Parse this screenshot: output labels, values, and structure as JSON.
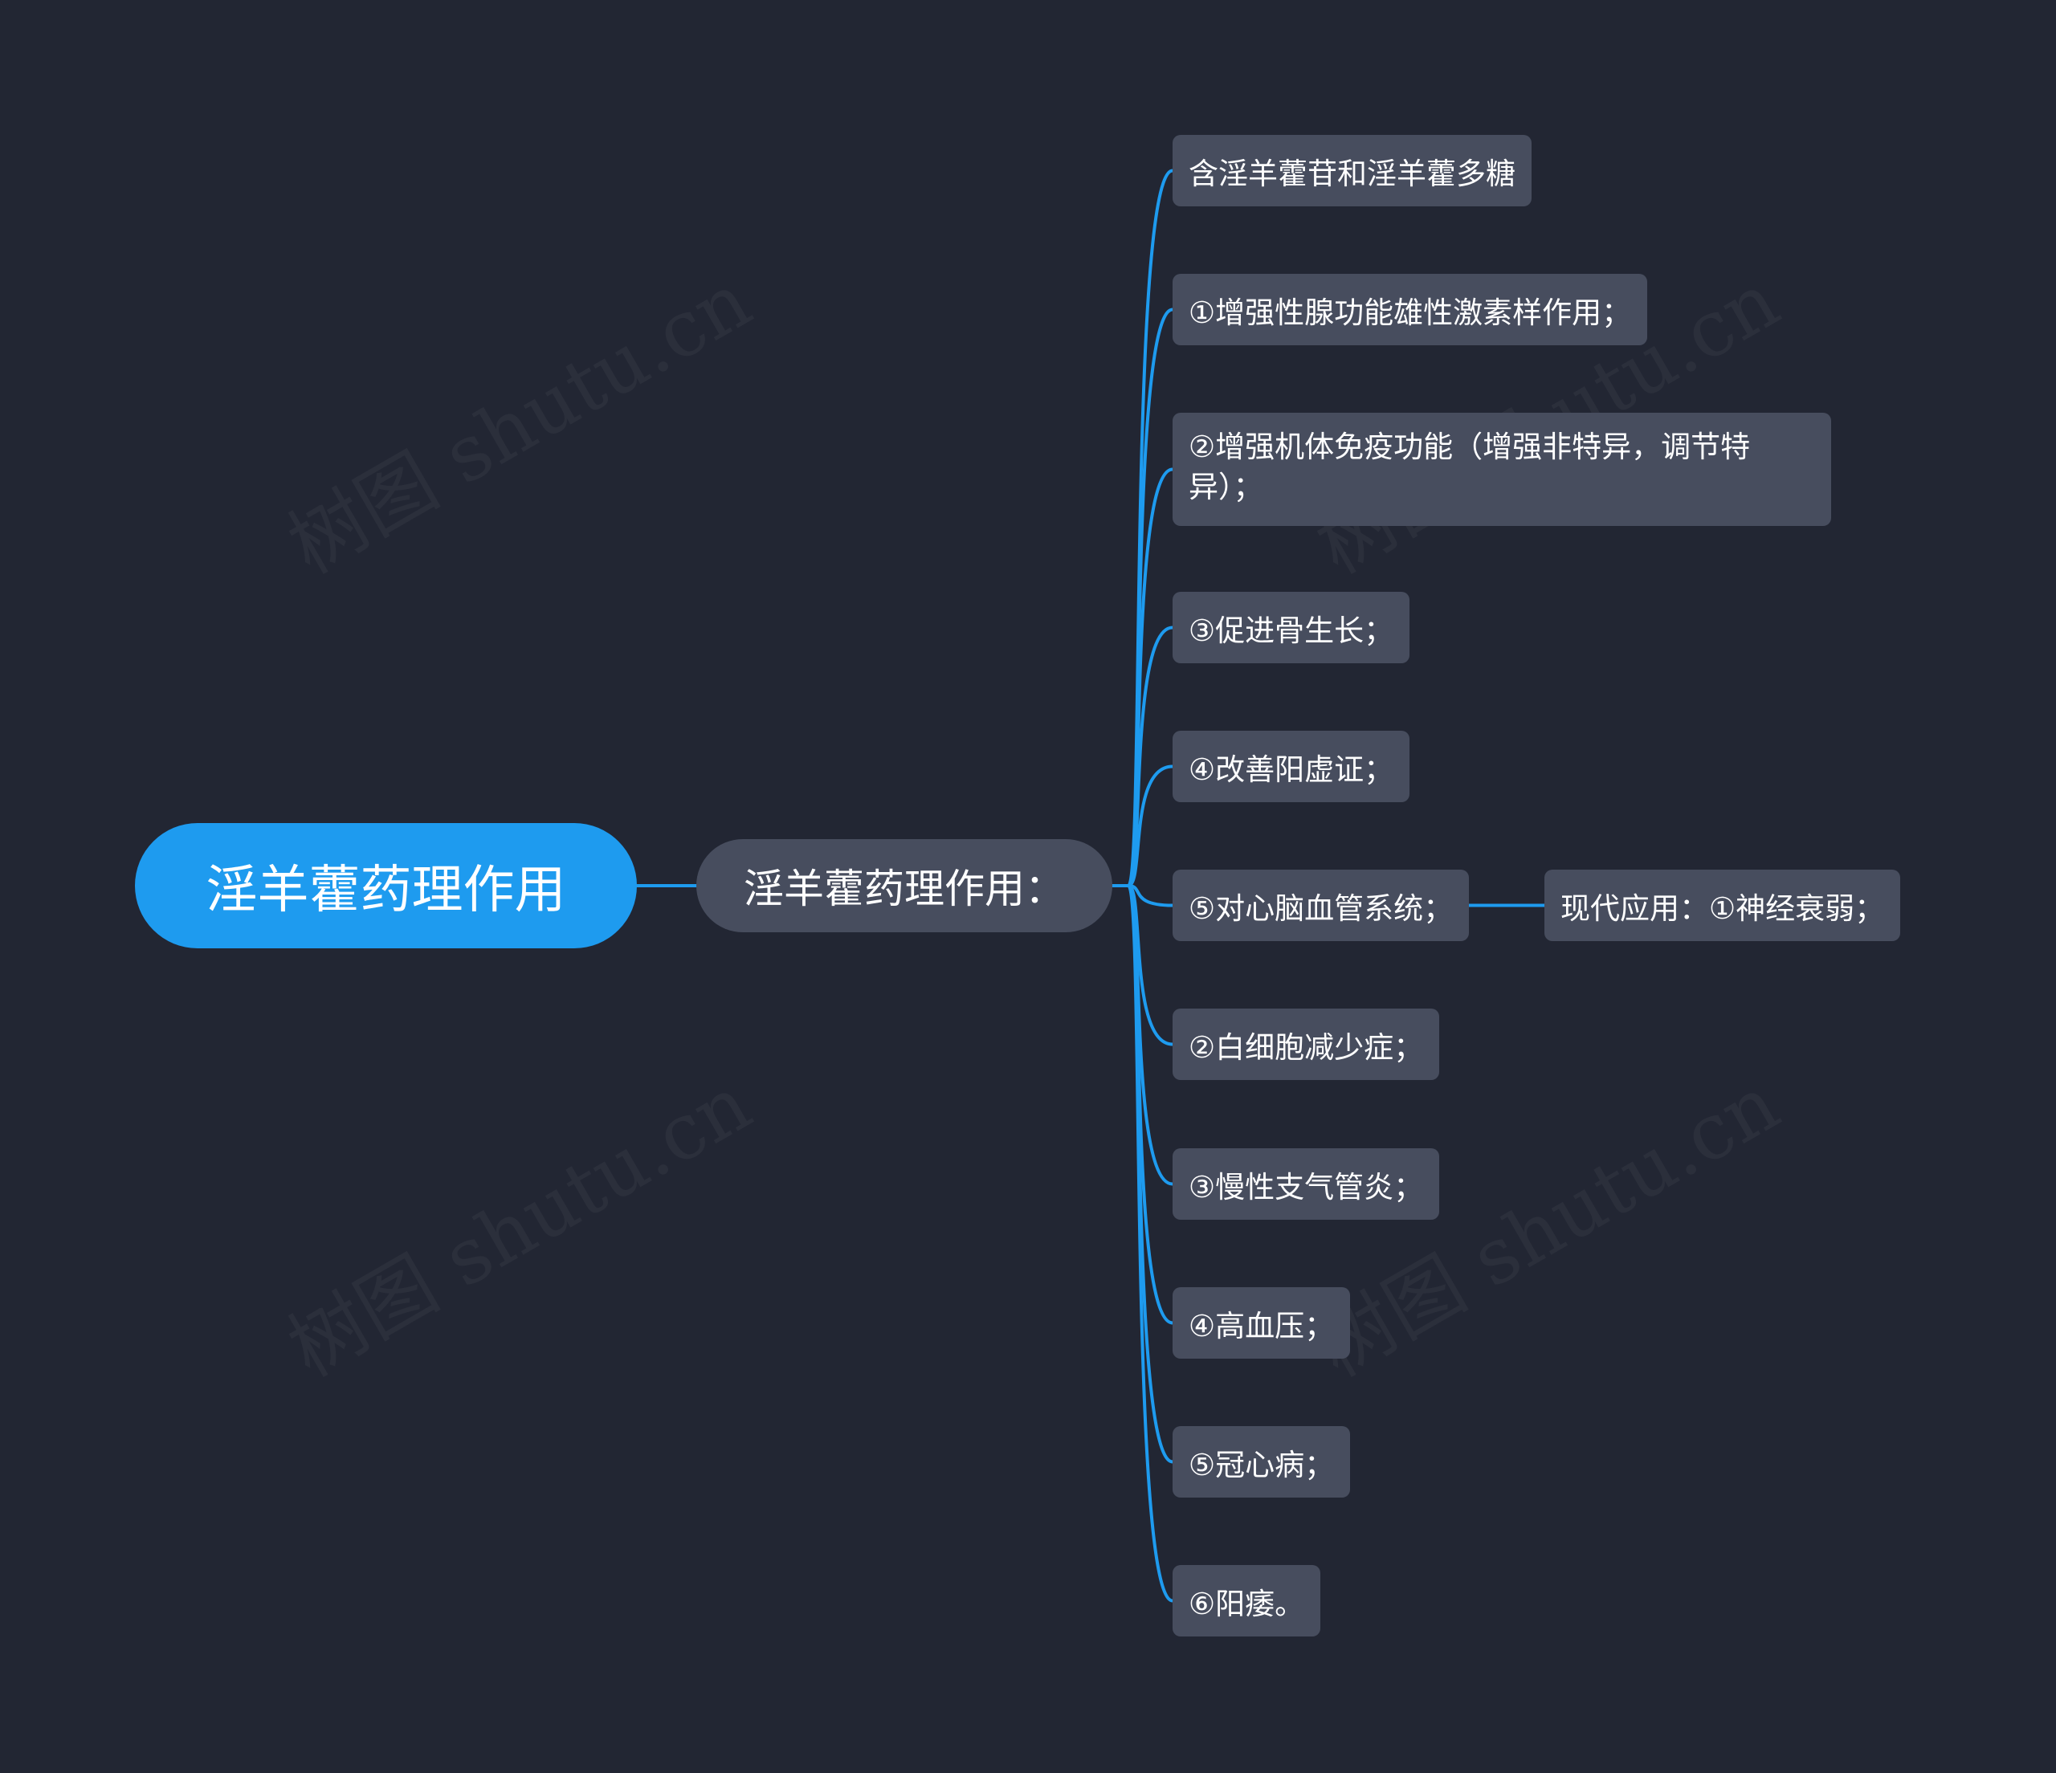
{
  "root": {
    "label": "淫羊藿药理作用"
  },
  "branch": {
    "label": "淫羊藿药理作用："
  },
  "leaves": [
    {
      "label": "含淫羊藿苷和淫羊藿多糖"
    },
    {
      "label": "①增强性腺功能雄性激素样作用；"
    },
    {
      "label": "②增强机体免疫功能（增强非特异，调节特异）；"
    },
    {
      "label": "③促进骨生长；"
    },
    {
      "label": "④改善阳虚证；"
    },
    {
      "label": "⑤对心脑血管系统；"
    },
    {
      "label": "②白细胞减少症；"
    },
    {
      "label": "③慢性支气管炎；"
    },
    {
      "label": "④高血压；"
    },
    {
      "label": "⑤冠心病；"
    },
    {
      "label": "⑥阳痿。"
    }
  ],
  "sub_leaf": {
    "label": "现代应用：①神经衰弱；"
  },
  "watermark": "树图 shutu.cn",
  "colors": {
    "background": "#222633",
    "root": "#1e9bef",
    "node": "#474d5e",
    "connector": "#1e9bef",
    "text": "#ffffff"
  }
}
